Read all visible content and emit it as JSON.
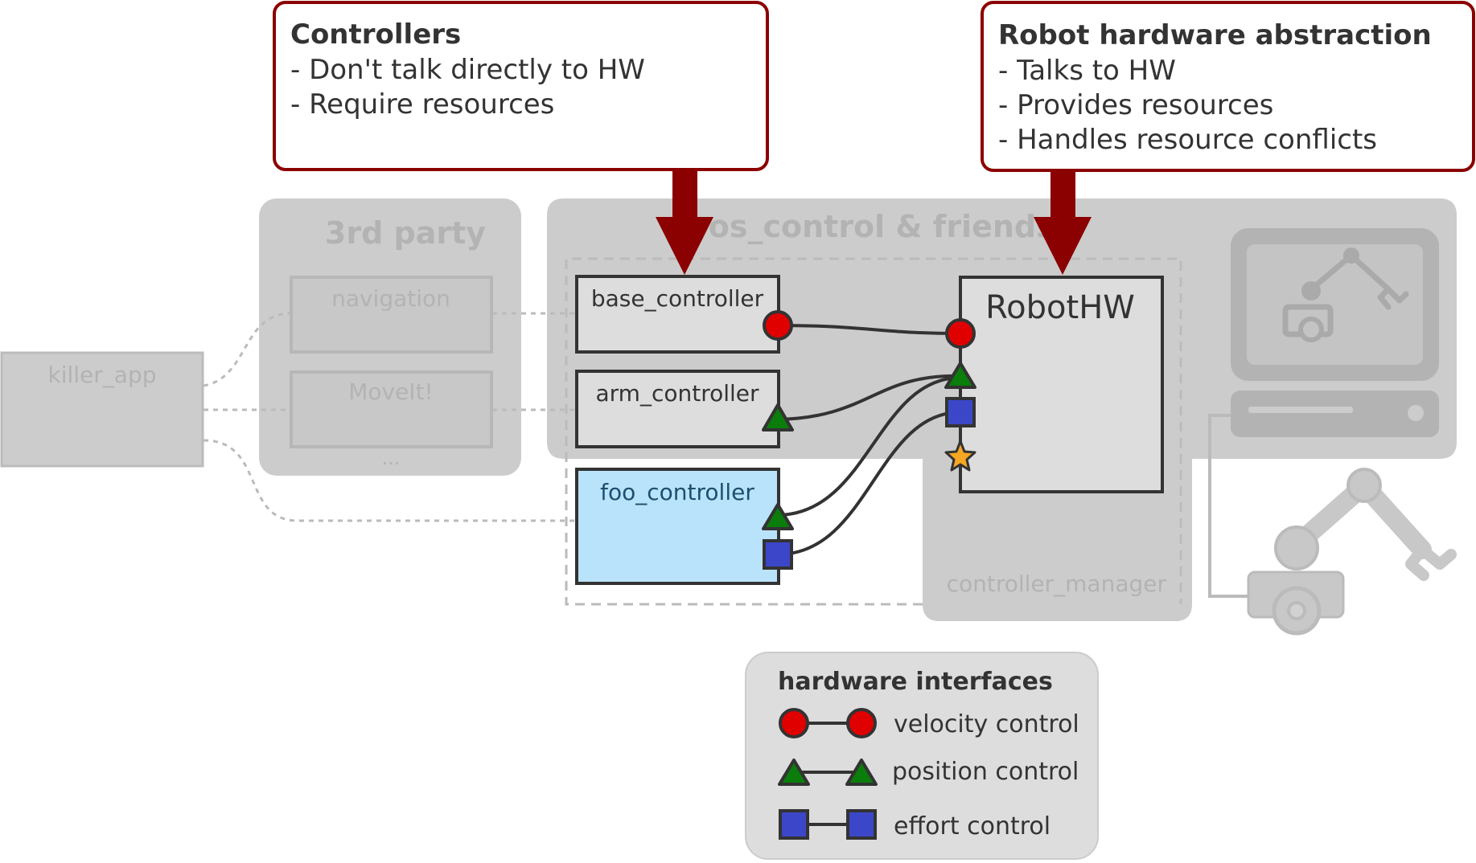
{
  "callouts": {
    "controllers": {
      "title": "Controllers",
      "lines": [
        "- Don't talk directly to HW",
        "- Require resources"
      ]
    },
    "robot_hw_abstraction": {
      "title": "Robot hardware abstraction",
      "lines": [
        "- Talks to HW",
        "- Provides resources",
        "- Handles resource conflicts"
      ]
    }
  },
  "groups": {
    "third_party": {
      "title": "3rd party",
      "items": [
        "navigation",
        "MoveIt!"
      ],
      "more": "..."
    },
    "ros_control": {
      "title": "ros_control & friends"
    },
    "controller_manager": {
      "label": "controller_manager"
    }
  },
  "killer_app": {
    "label": "killer_app"
  },
  "controllers": {
    "base": {
      "label": "base_controller"
    },
    "arm": {
      "label": "arm_controller"
    },
    "foo": {
      "label": "foo_controller"
    }
  },
  "robot_hw": {
    "label": "RobotHW"
  },
  "legend": {
    "title": "hardware interfaces",
    "items": [
      "velocity control",
      "position control",
      "effort control"
    ]
  },
  "colors": {
    "callout_accent": "#8b0000",
    "velocity": "#e00000",
    "position": "#0a7d0a",
    "effort": "#3b47c8",
    "extra": "#f5a623",
    "foo_fill": "#b9e3fa",
    "group_fill": "#cccccc",
    "faded_text": "#aaaaaa"
  },
  "icons": [
    "computer-icon",
    "robot-arm-icon",
    "star-icon"
  ]
}
